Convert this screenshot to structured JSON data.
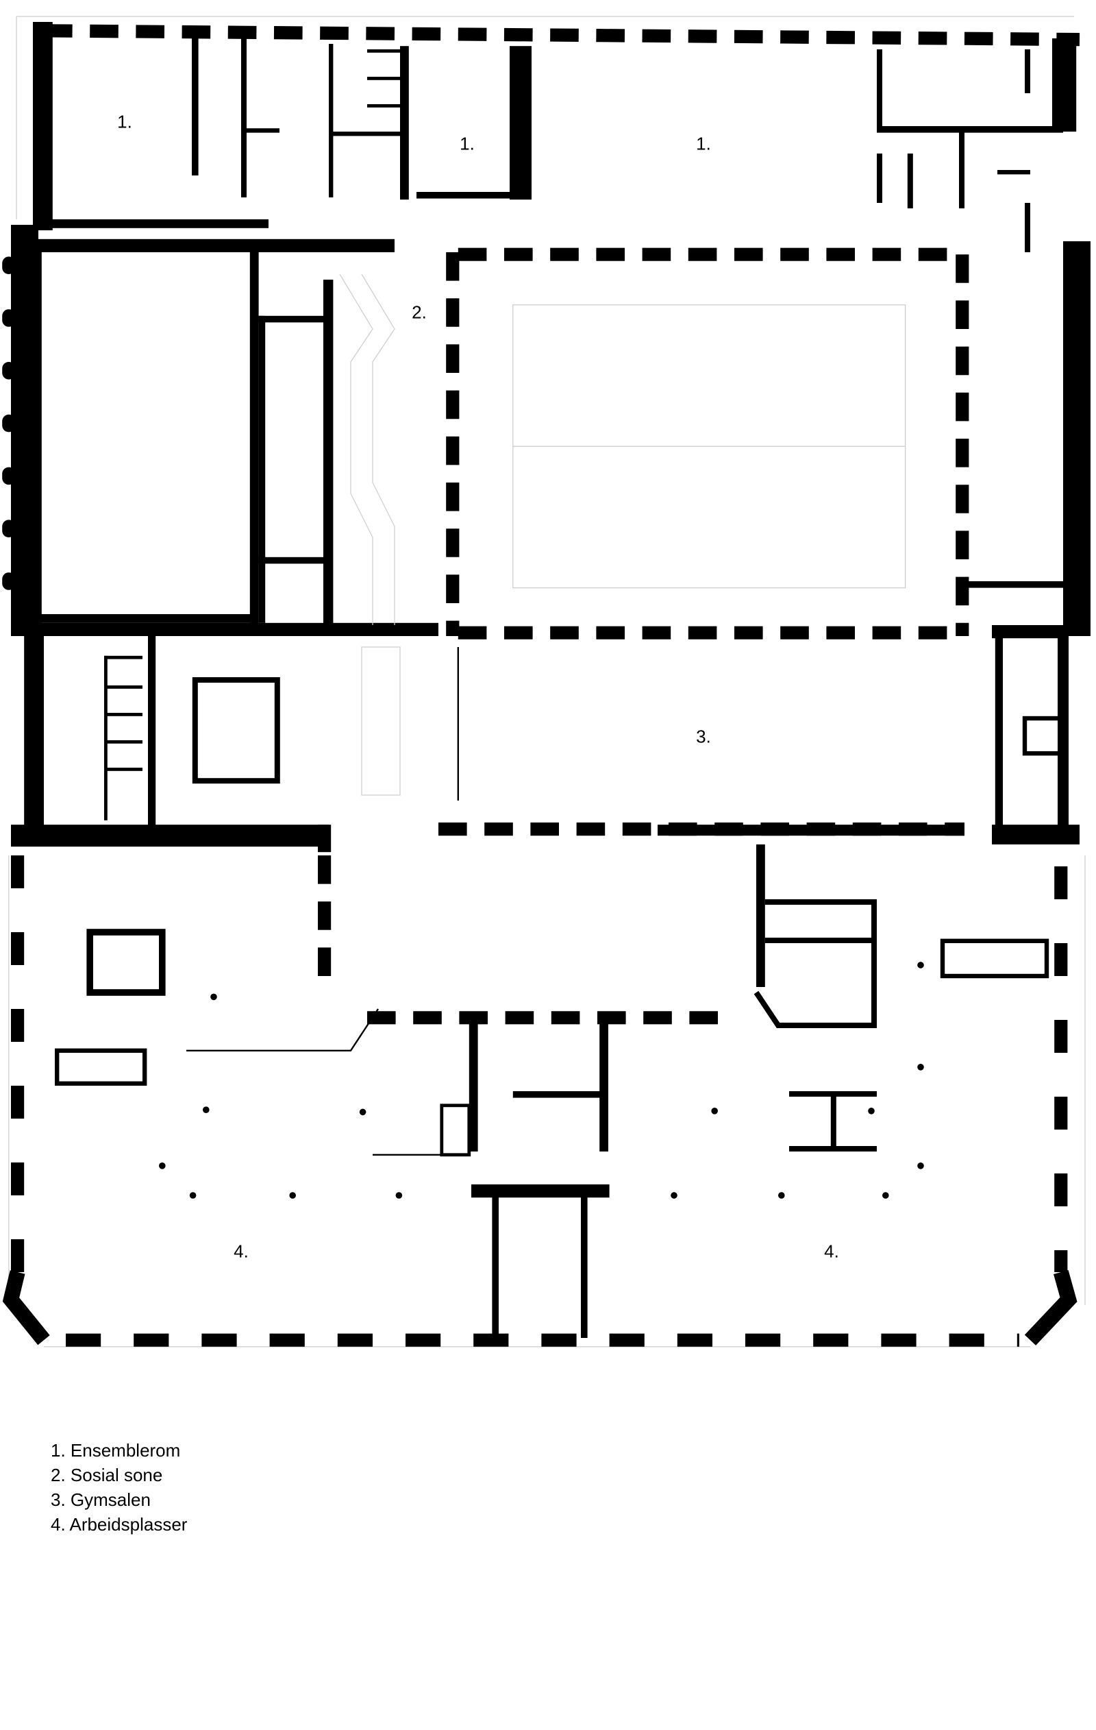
{
  "rooms": [
    {
      "id": "r1a",
      "label": "1."
    },
    {
      "id": "r1b",
      "label": "1."
    },
    {
      "id": "r1c",
      "label": "1."
    },
    {
      "id": "r2",
      "label": "2."
    },
    {
      "id": "r3",
      "label": "3."
    },
    {
      "id": "r4a",
      "label": "4."
    },
    {
      "id": "r4b",
      "label": "4."
    }
  ],
  "legend": [
    "1. Ensemblerom",
    "2. Sosial sone",
    "3. Gymsalen",
    "4. Arbeidsplasser"
  ]
}
